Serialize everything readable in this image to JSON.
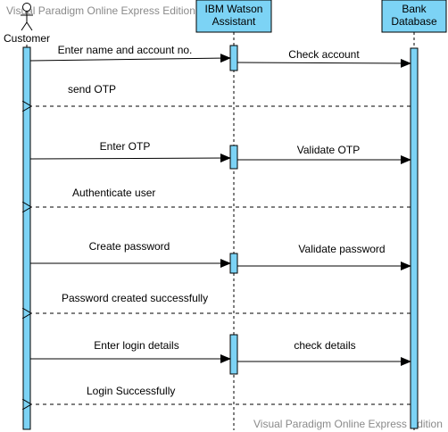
{
  "watermark": {
    "top": "Visual Paradigm Online Express Edition",
    "bottom": "Visual Paradigm Online Express Edition"
  },
  "participants": {
    "customer": {
      "label": "Customer"
    },
    "watson": {
      "line1": "IBM Watson",
      "line2": "Assistant"
    },
    "bank": {
      "line1": "Bank",
      "line2": "Database"
    }
  },
  "messages": [
    {
      "label": "Enter name and account no.",
      "kind": "sync"
    },
    {
      "label": "Check account",
      "kind": "sync"
    },
    {
      "label": "send OTP",
      "kind": "return"
    },
    {
      "label": "Enter OTP",
      "kind": "sync"
    },
    {
      "label": "Validate OTP",
      "kind": "sync"
    },
    {
      "label": "Authenticate user",
      "kind": "return"
    },
    {
      "label": "Create password",
      "kind": "sync"
    },
    {
      "label": "Validate password",
      "kind": "sync"
    },
    {
      "label": "Password created successfully",
      "kind": "return"
    },
    {
      "label": "Enter login details",
      "kind": "sync"
    },
    {
      "label": "check details",
      "kind": "sync"
    },
    {
      "label": "Login Successfully",
      "kind": "return"
    }
  ]
}
